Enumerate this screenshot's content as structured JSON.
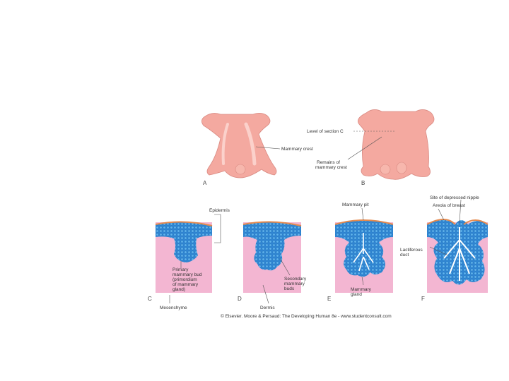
{
  "figure": {
    "panel_letters": [
      "A",
      "B",
      "C",
      "D",
      "E",
      "F"
    ],
    "labels": {
      "mammary_crest": "Mammary crest",
      "level_of_section_c": "Level of section C",
      "remains_line1": "Remains of",
      "remains_line2": "mammary crest",
      "epidermis": "Epidermis",
      "primary_bud": [
        "Primary",
        "mammary bud",
        "(primordium",
        "of mammary",
        "gland)"
      ],
      "mesenchyme": "Mesenchyme",
      "dermis": "Dermis",
      "secondary_buds": [
        "Secondary",
        "mammary",
        "buds"
      ],
      "mammary_pit": "Mammary pit",
      "mammary_gland": [
        "Mammary",
        "gland"
      ],
      "site_nipple": "Site of depressed nipple",
      "areola": "Areola of breast",
      "lactiferous_duct": [
        "Lactiferous",
        "duct"
      ]
    },
    "credit": "© Elsevier. Moore & Persaud: The Developing Human 8e - www.studentconsult.com"
  },
  "colors": {
    "embryo_skin": "#f4a9a0",
    "embryo_outline": "#d98a82",
    "dermis_pink": "#f3b6d2",
    "epidermis_blue": "#3a8fd6",
    "surface_orange": "#e58a4e"
  }
}
